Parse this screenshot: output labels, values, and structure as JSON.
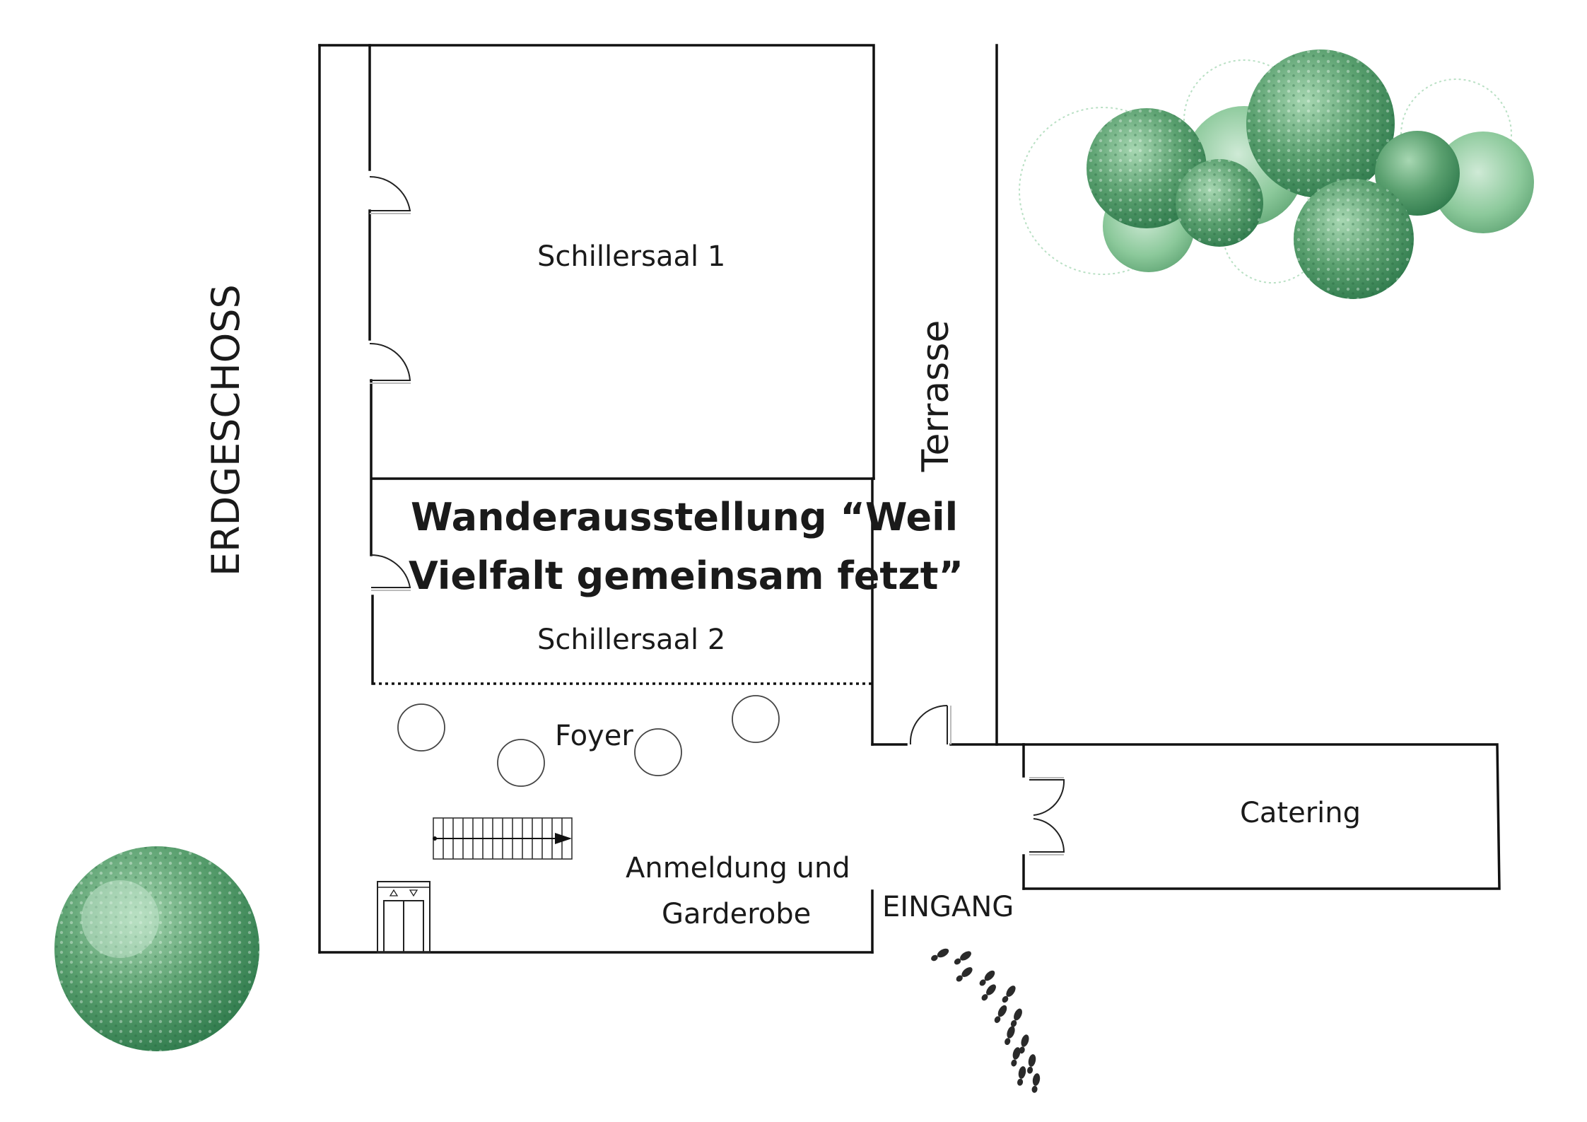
{
  "floor_label": "ERDGESCHOSS",
  "rooms": {
    "schillersaal1": "Schillersaal 1",
    "exhibition_line1": "Wanderausstellung “Weil",
    "exhibition_line2": "Vielfalt gemeinsam fetzt”",
    "schillersaal2": "Schillersaal 2",
    "foyer": "Foyer",
    "registration_line1": "Anmeldung und",
    "registration_line2": "Garderobe",
    "terrace": "Terrasse",
    "catering": "Catering",
    "entrance": "EINGANG"
  },
  "icons": {
    "stairs": "stairs-icon",
    "elevator": "elevator-icon",
    "footprints": "footprints-icon",
    "tree": "tree-icon"
  },
  "colors": {
    "wall": "#111111",
    "tree_dark": "#2f7a4c",
    "tree_mid": "#5aa06f",
    "tree_light": "#9ad2a8",
    "tree_pale": "#cfead6"
  }
}
